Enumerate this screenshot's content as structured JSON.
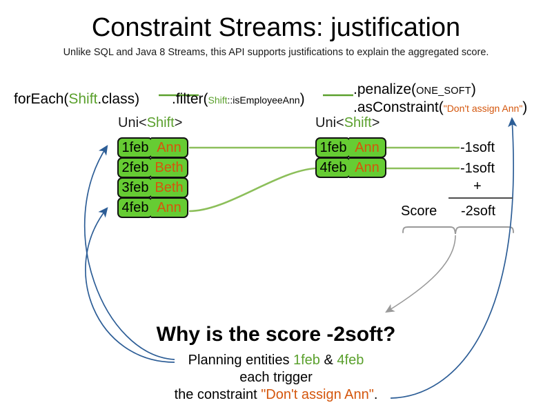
{
  "slide": {
    "title": "Constraint Streams: justification",
    "subtitle": "Unlike SQL and Java 8 Streams, this API supports justifications to explain the aggregated score."
  },
  "colors": {
    "green_text": "#5aa02c",
    "orange_text": "#d4560c",
    "pill_fill": "#66cc33",
    "pill_border": "#111111",
    "connector_green": "#8cbf5a",
    "arrow_blue": "#2c5d96",
    "arrow_gray": "#999999"
  },
  "code": {
    "foreach": {
      "call": "forEach(",
      "type": "Shift",
      "rest": ".class)"
    },
    "filter": {
      "call": ".filter(",
      "type": "Shift",
      "method": "::isEmployeeAnn",
      "rest": ")"
    },
    "penalize": {
      "call": ".penalize(",
      "arg": "ONE_SOFT",
      "rest": ")"
    },
    "asconstraint": {
      "call": ".asConstraint(",
      "arg": "\"Don't assign Ann\"",
      "rest": ")"
    }
  },
  "streams": {
    "left": {
      "label": {
        "prefix": "Uni<",
        "type": "Shift",
        "suffix": ">"
      },
      "rows": [
        {
          "date": "1feb",
          "employee": "Ann"
        },
        {
          "date": "2feb",
          "employee": "Beth"
        },
        {
          "date": "3feb",
          "employee": "Beth"
        },
        {
          "date": "4feb",
          "employee": "Ann"
        }
      ]
    },
    "right": {
      "label": {
        "prefix": "Uni<",
        "type": "Shift",
        "suffix": ">"
      },
      "rows": [
        {
          "date": "1feb",
          "employee": "Ann"
        },
        {
          "date": "4feb",
          "employee": "Ann"
        }
      ]
    }
  },
  "score": {
    "penalties": [
      "-1soft",
      "-1soft"
    ],
    "operator": "+",
    "label": "Score",
    "total": "-2soft"
  },
  "explanation": {
    "question": "Why is the score -2soft?",
    "line1": {
      "prefix": "Planning entities ",
      "entity_a": "1feb",
      "joiner": " & ",
      "entity_b": "4feb"
    },
    "line2": "each trigger",
    "line3": {
      "prefix": "the constraint ",
      "constraint": "\"Don't assign Ann\"",
      "suffix": "."
    }
  }
}
